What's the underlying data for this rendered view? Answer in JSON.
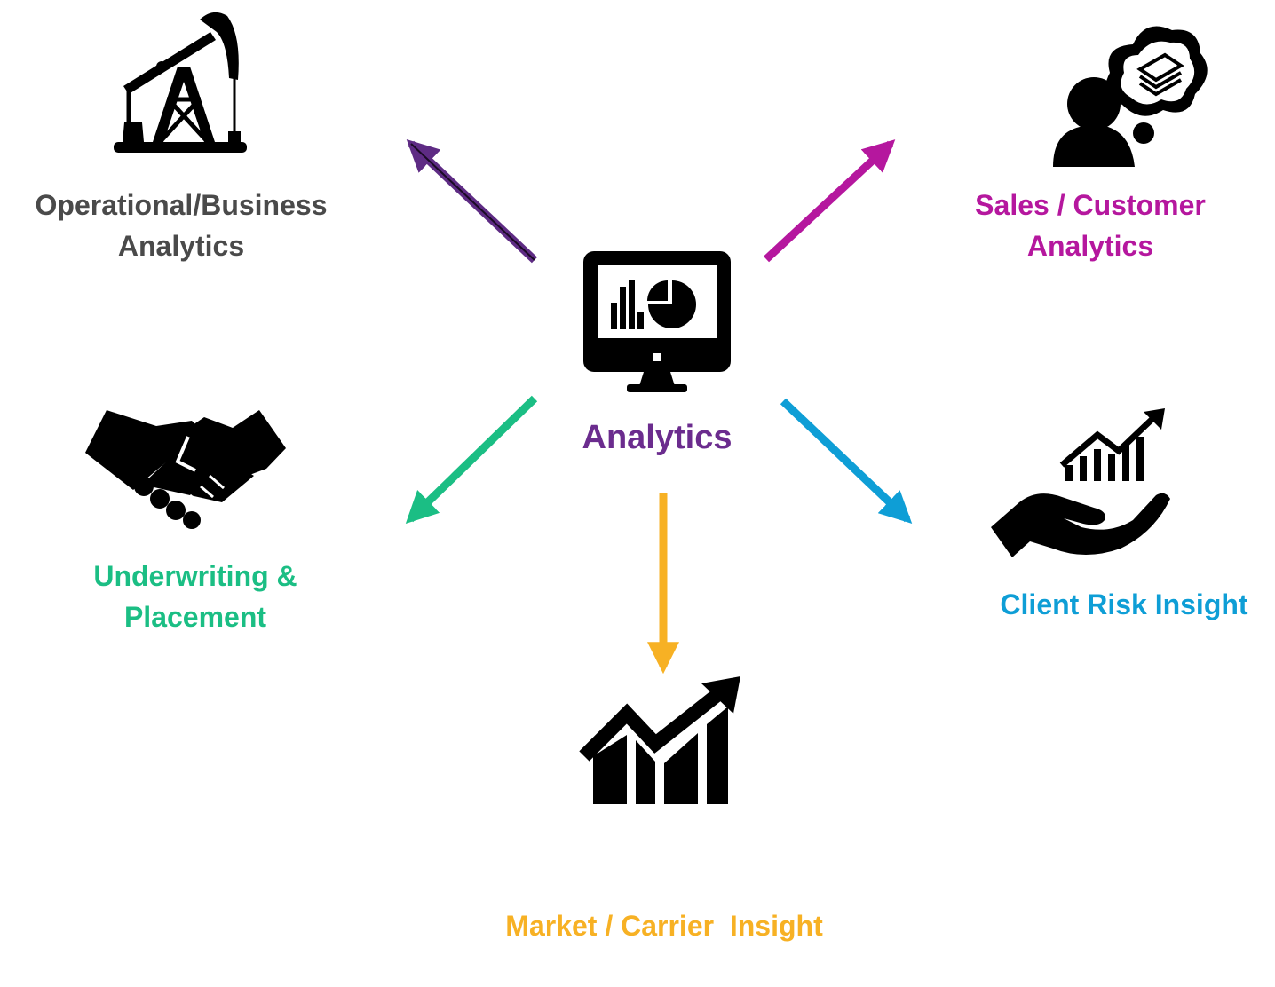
{
  "center": {
    "label": "Analytics",
    "color": "#6B2C8E",
    "icon": "monitor-chart-icon"
  },
  "nodes": {
    "operational": {
      "line1": "Operational/Business",
      "line2": "Analytics",
      "color": "#4A4A4A",
      "arrow_color": "#5E2B84",
      "icon": "oil-pump-icon"
    },
    "sales": {
      "line1": "Sales / Customer",
      "line2": "Analytics",
      "color": "#B5179E",
      "arrow_color": "#B5179E",
      "icon": "customer-thinking-money-icon"
    },
    "underwriting": {
      "line1": "Underwriting &",
      "line2": "Placement",
      "color": "#1BBE84",
      "arrow_color": "#1BBE84",
      "icon": "handshake-icon"
    },
    "client_risk": {
      "line1": "Client Risk Insight",
      "color": "#0E9ED6",
      "arrow_color": "#0E9ED6",
      "icon": "hand-growth-chart-icon"
    },
    "market": {
      "line1": "Market / Carrier  Insight",
      "color": "#F7B124",
      "arrow_color": "#F7B124",
      "icon": "growth-chart-icon"
    }
  }
}
